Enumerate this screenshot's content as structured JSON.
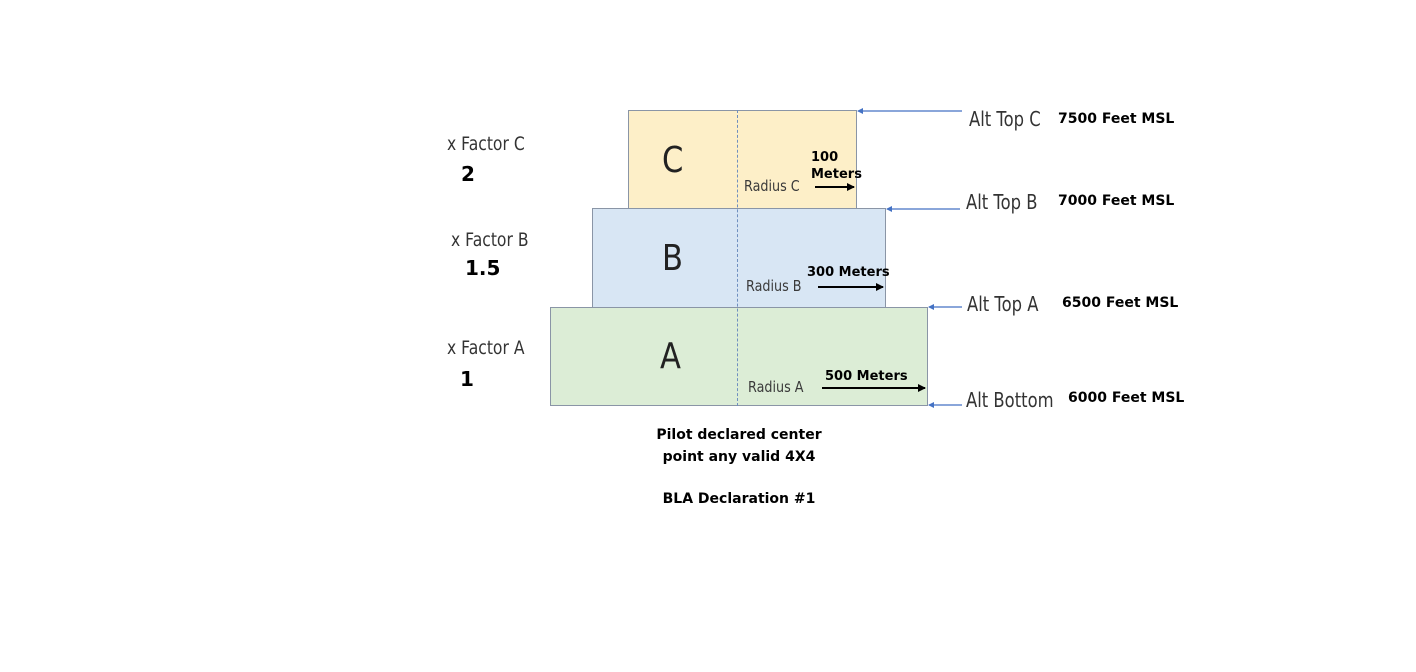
{
  "diagram": {
    "tiers": [
      {
        "id": "C",
        "letter": "C",
        "factor_label": "x Factor C",
        "factor_value": "2",
        "radius_label": "Radius C",
        "radius_value_line1": "100",
        "radius_value_line2": "Meters",
        "alt_label": "Alt Top C",
        "alt_value": "7500 Feet MSL",
        "fill": "#fdefc8"
      },
      {
        "id": "B",
        "letter": "B",
        "factor_label": "x Factor B",
        "factor_value": "1.5",
        "radius_label": "Radius B",
        "radius_value": "300 Meters",
        "alt_label": "Alt Top B",
        "alt_value": "7000 Feet MSL",
        "fill": "#d8e6f4"
      },
      {
        "id": "A",
        "letter": "A",
        "factor_label": "x Factor A",
        "factor_value": "1",
        "radius_label": "Radius A",
        "radius_value": "500 Meters",
        "alt_label": "Alt Top A",
        "alt_value": "6500 Feet MSL",
        "fill": "#dcedd6"
      }
    ],
    "bottom": {
      "alt_label": "Alt Bottom",
      "alt_value": "6000 Feet MSL"
    },
    "caption": {
      "line1": "Pilot declared center",
      "line2": "point any valid 4X4",
      "line3": "BLA Declaration #1"
    },
    "colors": {
      "leader_line": "#4472c4",
      "border": "#8a95a6",
      "center_line": "#6f8fbf"
    }
  }
}
